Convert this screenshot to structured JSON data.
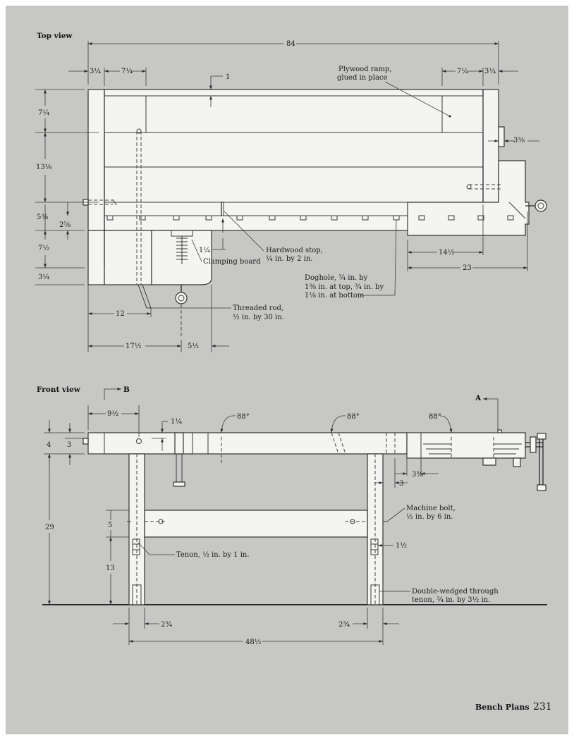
{
  "top_view": {
    "heading": "Top view",
    "dims": {
      "overall": "84",
      "end_left": "3¼",
      "inner_left": "7¼",
      "inner_right": "7¼",
      "end_right": "3¼",
      "ramp_top": "1",
      "right_stub": "3⅜",
      "row1": "7¼",
      "row2": "13⅛",
      "row3": "5⅜",
      "row3b": "2⅝",
      "row4": "7½",
      "row5": "3¼",
      "stop_gap": "1¼",
      "vise_a": "14½",
      "vise_b": "23",
      "bottom_12": "12",
      "bottom_17": "17½",
      "bottom_5": "5½"
    },
    "labels": {
      "ramp_1": "Plywood ramp,",
      "ramp_2": "glued in place",
      "stop_1": "Hardwood stop,",
      "stop_2": "¼ in. by 2 in.",
      "clamp": "Clamping board",
      "dog_1": "Doghole, ¾ in. by",
      "dog_2": "1⅜ in. at top, ¾ in. by",
      "dog_3": "1⅛ in. at bottom",
      "rod_1": "Threaded rod,",
      "rod_2": "½ in. by 30 in."
    }
  },
  "front_view": {
    "heading": "Front view",
    "marker_b": "B",
    "marker_a": "A",
    "dims": {
      "left_9": "9½",
      "top_1": "1¼",
      "angle1": "88°",
      "angle2": "88°",
      "angle3": "88°",
      "thick4": "4",
      "thick3": "3",
      "height29": "29",
      "stretch5": "5",
      "leg13": "13",
      "right_3": "3⅜",
      "right_3b": "3",
      "tenon_1": "1½",
      "leg_left": "2¾",
      "leg_right": "2¾",
      "span": "48½"
    },
    "labels": {
      "bolt_1": "Machine bolt,",
      "bolt_2": "½ in. by 6 in.",
      "tenon": "Tenon, ½ in. by 1 in.",
      "dw_1": "Double-wedged through",
      "dw_2": "tenon, ¾ in. by 3½ in."
    }
  },
  "footer": {
    "title": "Bench Plans",
    "page": "231"
  }
}
